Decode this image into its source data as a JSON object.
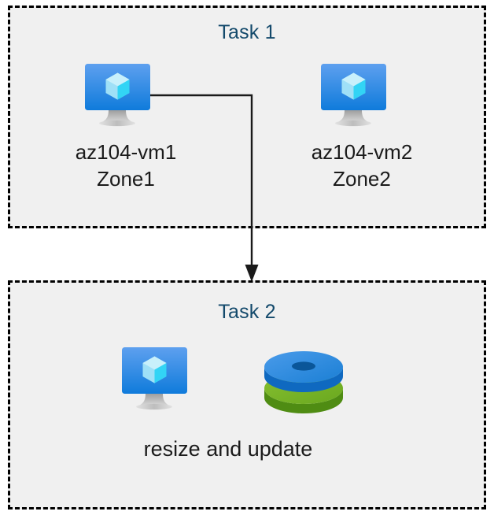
{
  "diagram": {
    "title": "Azure VM tasks diagram",
    "background_color": "#ffffff",
    "box_fill_color": "#f0f0f0",
    "box_border_color": "#000000",
    "title_color": "#13496b",
    "label_color": "#1b1b1b",
    "connector_color": "#1a1a1a"
  },
  "task1": {
    "title": "Task 1",
    "nodes": [
      {
        "icon": "virtual-machine-icon",
        "name": "az104-vm1",
        "zone": "Zone1",
        "label_line1": "az104-vm1",
        "label_line2": "Zone1"
      },
      {
        "icon": "virtual-machine-icon",
        "name": "az104-vm2",
        "zone": "Zone2",
        "label_line1": "az104-vm2",
        "label_line2": "Zone2"
      }
    ]
  },
  "task2": {
    "title": "Task 2",
    "caption": "resize and update",
    "icons": [
      {
        "icon": "virtual-machine-icon"
      },
      {
        "icon": "disks-icon"
      }
    ]
  },
  "connector": {
    "from": "az104-vm1",
    "to": "Task 2",
    "arrow": "down-arrow-icon"
  }
}
